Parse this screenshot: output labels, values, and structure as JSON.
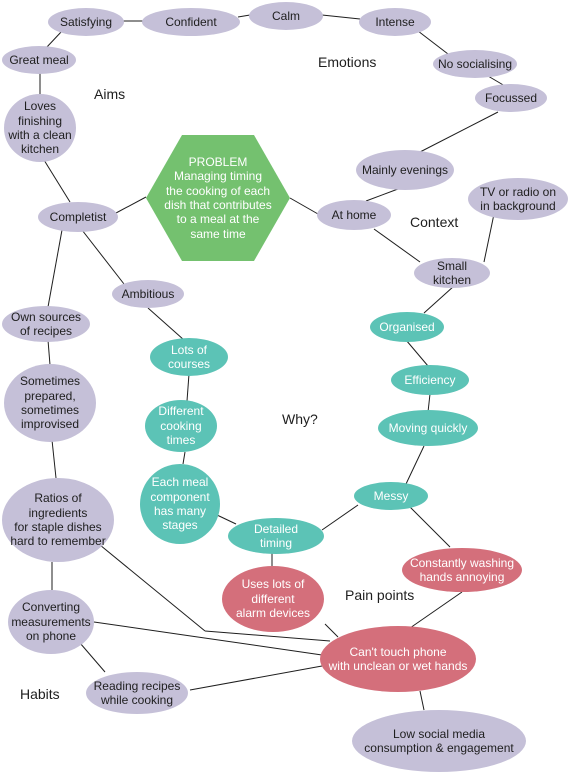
{
  "colors": {
    "purple": "#c5c0d8",
    "teal": "#5cc3b6",
    "red": "#d46f7b",
    "problem_green": "#74c16f",
    "edge": "#1e1e1e"
  },
  "problem": "PROBLEM\nManaging timing\nthe cooking of each\ndish that contributes\nto a meal at the\nsame time",
  "labels": {
    "aims": "Aims",
    "emotions": "Emotions",
    "context": "Context",
    "why": "Why?",
    "pain_points": "Pain points",
    "habits": "Habits"
  },
  "nodes": {
    "satisfying": "Satisfying",
    "confident": "Confident",
    "calm": "Calm",
    "intense": "Intense",
    "great_meal": "Great meal",
    "no_socialising": "No socialising",
    "focussed": "Focussed",
    "loves_finishing": "Loves\nfinishing\nwith a clean\nkitchen",
    "mainly_evenings": "Mainly evenings",
    "tv_radio": "TV or radio on\nin background",
    "completist": "Completist",
    "at_home": "At home",
    "small_kitchen": "Small kitchen",
    "ambitious": "Ambitious",
    "own_sources": "Own sources\nof recipes",
    "organised": "Organised",
    "lots_of_courses": "Lots of\ncourses",
    "efficiency": "Efficiency",
    "sometimes_prepared": "Sometimes\nprepared,\nsometimes\nimprovised",
    "different_cooking": "Different\ncooking\ntimes",
    "moving_quickly": "Moving quickly",
    "ratios": "Ratios of\ningredients\nfor staple dishes\nhard to remember",
    "each_meal": "Each meal\ncomponent\nhas many\nstages",
    "messy": "Messy",
    "detailed_timing": "Detailed\ntiming",
    "constantly_washing": "Constantly washing\nhands annoying",
    "uses_alarms": "Uses lots of\ndifferent\nalarm devices",
    "converting": "Converting\nmeasurements\non phone",
    "cant_touch": "Can't touch phone\nwith unclean or wet hands",
    "reading_recipes": "Reading recipes\nwhile cooking",
    "low_social": "Low social media\nconsumption & engagement"
  }
}
